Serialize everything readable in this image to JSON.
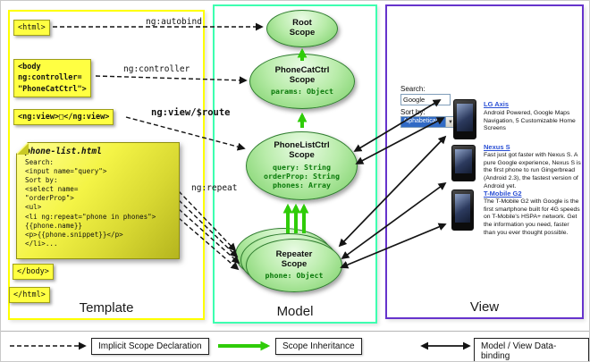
{
  "columns": {
    "template_label": "Template",
    "model_label": "Model",
    "view_label": "View"
  },
  "template": {
    "html_open": "<html>",
    "body_open": [
      "<body",
      "ng:controller=",
      "\"PhoneCatCtrl\">"
    ],
    "ng_view": "<ng:view>□</ng:view>",
    "note_title": "phone-list.html",
    "note_lines": [
      "Search:",
      "<input name=\"query\">",
      "Sort by:",
      "<select name=",
      "\"orderProp\">",
      "<ul>",
      "<li ng:repeat=\"phone in phones\">",
      "{{phone.name}}",
      "<p>{{phone.snippet}}</p>",
      "</li>..."
    ],
    "body_close": "</body>",
    "html_close": "</html>"
  },
  "arrow_labels": {
    "autobind": "ng:autobind",
    "controller": "ng:controller",
    "view_route": "ng:view/$route",
    "repeat": "ng:repeat"
  },
  "scopes": {
    "root": {
      "title": [
        "Root",
        "Scope"
      ]
    },
    "phonecat": {
      "title": [
        "PhoneCatCtrl",
        "Scope"
      ],
      "props": [
        "params: Object"
      ]
    },
    "phonelist": {
      "title": [
        "PhoneListCtrl",
        "Scope"
      ],
      "props": [
        "query: String",
        "orderProp: String",
        "phones: Array"
      ]
    },
    "repeater": {
      "title": [
        "Repeater",
        "Scope"
      ],
      "props": [
        "phone: Object"
      ]
    }
  },
  "view": {
    "search_label": "Search:",
    "search_value": "Google",
    "sort_label": "Sort by:",
    "sort_value": "Alphabetical",
    "phones": [
      {
        "name": "LG Axis",
        "desc": "Android Powered, Google Maps Navigation, 5 Customizable Home Screens"
      },
      {
        "name": "Nexus S",
        "desc": "Fast just got faster with Nexus S. A pure Google experience, Nexus S is the first phone to run Gingerbread (Android 2.3), the fastest version of Android yet."
      },
      {
        "name": "T-Mobile G2",
        "desc": "The T-Mobile G2 with Google is the first smartphone built for 4G speeds on T-Mobile's HSPA+ network. Get the information you need, faster than you ever thought possible."
      }
    ]
  },
  "legend": {
    "implicit": "Implicit Scope Declaration",
    "inheritance": "Scope Inheritance",
    "databinding": "Model / View Data-binding"
  },
  "colors": {
    "template_border": "#ffff00",
    "model_border": "#3dffb0",
    "view_border": "#6633cc",
    "inheritance_green": "#2fcc08",
    "scope_green_dark": "#0a7a0a",
    "link_blue": "#2a4fd4",
    "note_yellow": "#ffff42"
  }
}
